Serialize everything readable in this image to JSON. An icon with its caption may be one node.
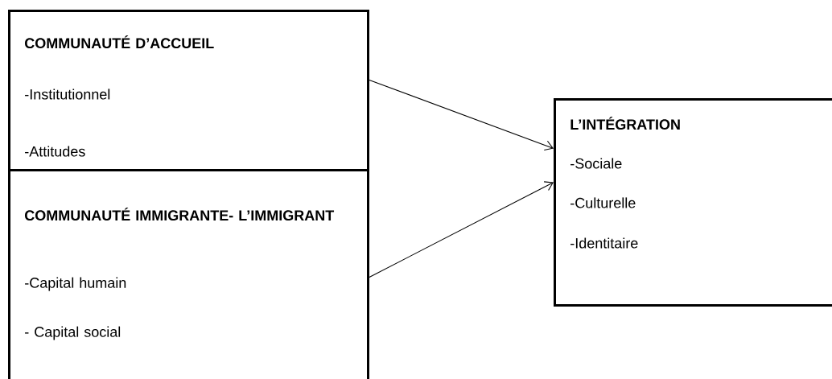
{
  "diagram": {
    "nodes": [
      {
        "text": [
          "COMMUNAUTÉ D’ACCUEIL",
          "-Institutionnel",
          "-Attitudes"
        ]
      },
      {
        "text": [
          "COMMUNAUTÉ IMMIGRANTE- L’IMMIGRANT",
          "-Capital humain",
          "- Capital social"
        ]
      },
      {
        "text": [
          "L’INTÉGRATION",
          "-Sociale",
          "-Culturelle",
          "-Identitaire"
        ]
      }
    ],
    "edges": [
      {
        "from": 0,
        "to": 2,
        "arrow": "to"
      },
      {
        "from": 1,
        "to": 2,
        "arrow": "to"
      }
    ]
  }
}
